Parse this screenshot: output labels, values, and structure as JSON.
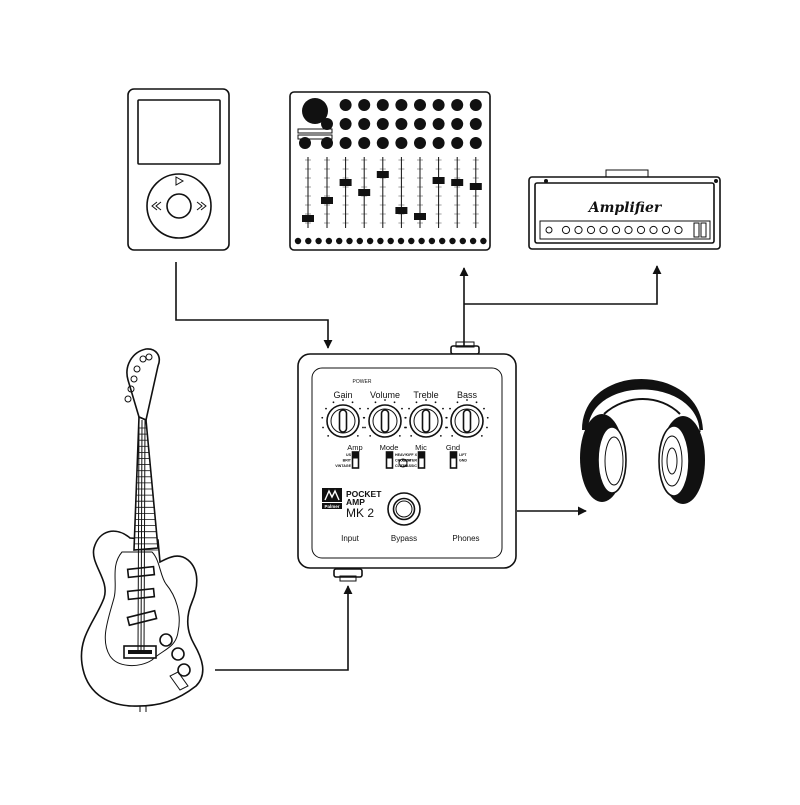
{
  "pedal": {
    "power_label": "POWER",
    "knobs": [
      "Gain",
      "Volume",
      "Treble",
      "Bass"
    ],
    "switches": [
      {
        "title": "Amp",
        "options": [
          "US",
          "BRIT",
          "VINTAGE"
        ]
      },
      {
        "title": "Mode",
        "options": [
          "HEAVY",
          "CRUNCH",
          "CLEAN"
        ]
      },
      {
        "title": "Mic",
        "options": [
          "OFF X",
          "CENTER",
          "CLASSIC"
        ]
      },
      {
        "title": "Gnd",
        "options": [
          "LIFT",
          "GND"
        ]
      }
    ],
    "brand_line1": "POCKET",
    "brand_line2": "AMP",
    "model": "MK 2",
    "logo_text": "Palmer",
    "ports": [
      "Input",
      "Bypass",
      "Phones"
    ]
  },
  "amplifier": {
    "label": "Amplifier"
  },
  "devices": {
    "mp3_player": "mp3-player",
    "mixer": "mixing-console",
    "guitar": "electric-guitar",
    "headphones": "headphones"
  }
}
